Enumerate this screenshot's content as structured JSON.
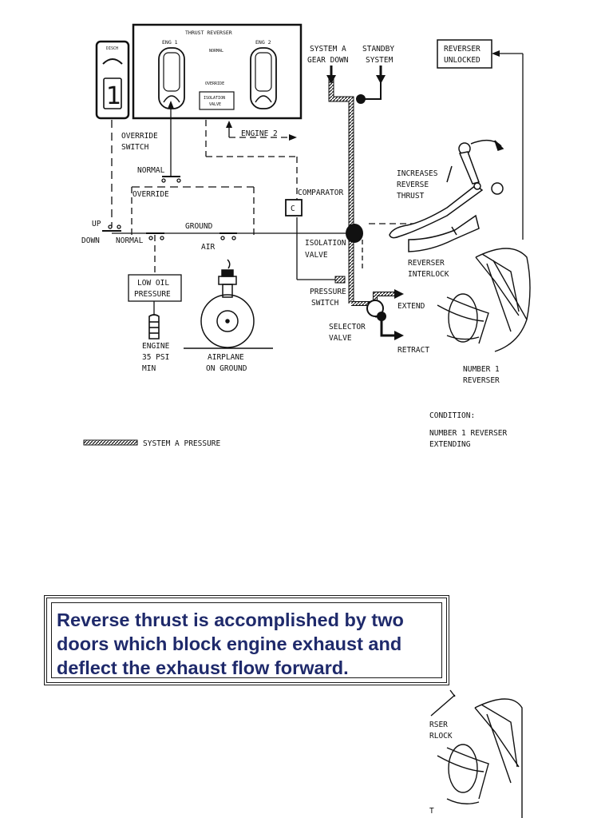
{
  "diagram": {
    "panel": {
      "title": "THRUST REVERSER",
      "eng1": "ENG 1",
      "eng2": "ENG 2",
      "normal": "NORMAL",
      "override": "OVERRIDE",
      "isolation_valve_line1": "ISOLATION",
      "isolation_valve_line2": "VALVE"
    },
    "disch": {
      "label": "DISCH",
      "number": "1"
    },
    "labels": {
      "override_switch_line1": "OVERRIDE",
      "override_switch_line2": "SWITCH",
      "engine2": "ENGINE 2",
      "normal": "NORMAL",
      "override": "OVERRIDE",
      "ground": "GROUND",
      "up": "UP",
      "down": "DOWN",
      "normal_bottom": "NORMAL",
      "air": "AIR",
      "low_oil_line1": "LOW OIL",
      "low_oil_line2": "PRESSURE",
      "engine_line1": "ENGINE",
      "engine_line2": "35 PSI",
      "engine_line3": "MIN",
      "airplane_line1": "AIRPLANE",
      "airplane_line2": "ON GROUND",
      "system_a_line1": "SYSTEM A",
      "system_a_line2": "GEAR DOWN",
      "standby_line1": "STANDBY",
      "standby_line2": "SYSTEM",
      "reverser_unlocked_line1": "REVERSER",
      "reverser_unlocked_line2": "UNLOCKED",
      "comparator": "COMPARATOR",
      "comparator_symbol": "C",
      "isolation_valve_line1": "ISOLATION",
      "isolation_valve_line2": "VALVE",
      "pressure_switch_line1": "PRESSURE",
      "pressure_switch_line2": "SWITCH",
      "selector_valve_line1": "SELECTOR",
      "selector_valve_line2": "VALVE",
      "extend": "EXTEND",
      "retract": "RETRACT",
      "increases_line1": "INCREASES",
      "increases_line2": "REVERSE",
      "increases_line3": "THRUST",
      "interlock_line1": "REVERSER",
      "interlock_line2": "INTERLOCK",
      "number1_line1": "NUMBER 1",
      "number1_line2": "REVERSER",
      "condition_title": "CONDITION:",
      "condition_line1": "NUMBER 1 REVERSER",
      "condition_line2": "EXTENDING",
      "legend": "SYSTEM A PRESSURE",
      "crop_line1": "RSER",
      "crop_line2": "RLOCK",
      "crop_line3": "T"
    }
  },
  "caption": {
    "text": "Reverse thrust is accomplished by two doors which block engine exhaust and deflect the exhaust flow forward."
  },
  "colors": {
    "caption_text": "#1f2a6b",
    "line": "#111111"
  }
}
